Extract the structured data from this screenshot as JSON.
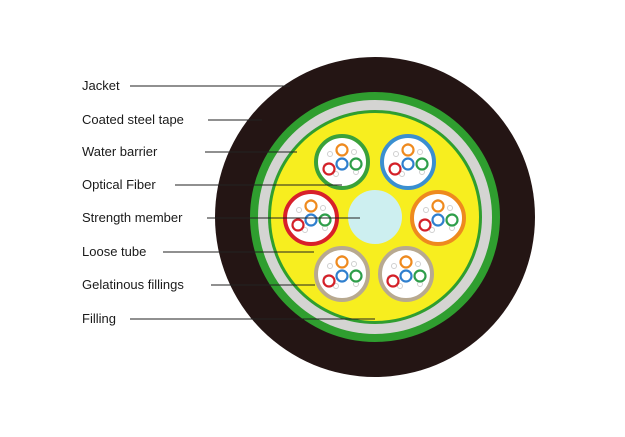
{
  "labels": [
    "Jacket",
    "Coated steel tape",
    "Water barrier",
    "Optical Fiber",
    "Strength member",
    "Loose tube",
    "Gelatinous fillings",
    "Filling"
  ],
  "colors": {
    "jacket": "#241514",
    "steel_tape": "#d4d4d2",
    "water_barrier": "#2f9e2f",
    "filling": "#f7ee1f",
    "strength_member": "#cdeff0",
    "tube_green": "#3aa13a",
    "tube_blue": "#3a8fd0",
    "tube_orange": "#ee8a1e",
    "tube_red": "#d8202a",
    "tube_gray": "#b8a990",
    "fiber_orange": "#ef8a1e",
    "fiber_blue": "#2f7fce",
    "fiber_green": "#2e9e4a",
    "fiber_red": "#d42028"
  }
}
